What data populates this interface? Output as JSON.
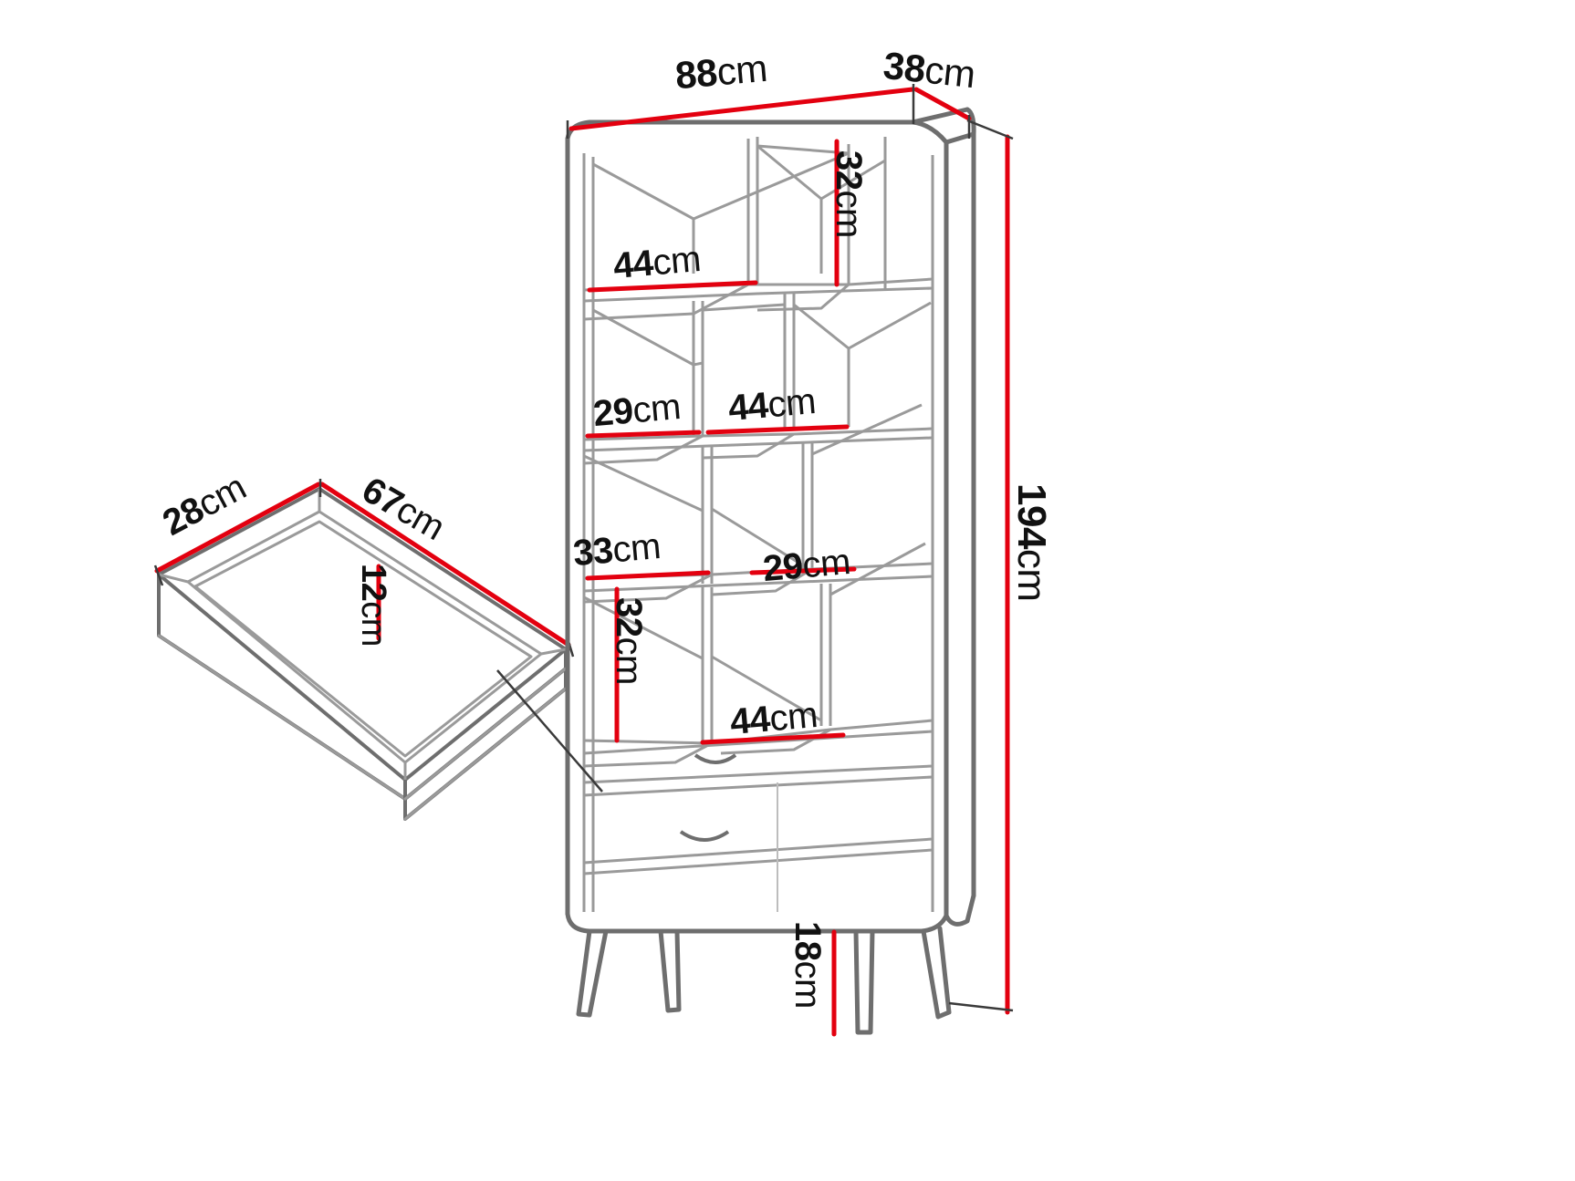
{
  "diagram": {
    "title": "Bookcase with drawer – dimensioned technical drawing",
    "colors": {
      "outline": "#6e6e6e",
      "inner_line": "#9a9a9a",
      "dimension": "#e3000f",
      "text": "#111111",
      "background": "#ffffff"
    },
    "unit": "cm"
  },
  "cabinet": {
    "name": "bookcase",
    "dimensions": {
      "width": {
        "value": "88",
        "unit": "cm"
      },
      "depth": {
        "value": "38",
        "unit": "cm"
      },
      "height": {
        "value": "194",
        "unit": "cm"
      },
      "leg_height": {
        "value": "18",
        "unit": "cm"
      }
    },
    "compartments": [
      {
        "id": "top-left-shelf-width",
        "value": "44",
        "unit": "cm"
      },
      {
        "id": "top-right-shelf-height",
        "value": "32",
        "unit": "cm"
      },
      {
        "id": "second-left-shelf-width",
        "value": "29",
        "unit": "cm"
      },
      {
        "id": "second-right-shelf-width",
        "value": "44",
        "unit": "cm"
      },
      {
        "id": "third-left-shelf-width",
        "value": "33",
        "unit": "cm"
      },
      {
        "id": "third-right-shelf-width",
        "value": "29",
        "unit": "cm"
      },
      {
        "id": "bottom-left-shelf-height",
        "value": "32",
        "unit": "cm"
      },
      {
        "id": "bottom-shelf-width",
        "value": "44",
        "unit": "cm"
      }
    ]
  },
  "drawer": {
    "name": "drawer-detail",
    "dimensions": {
      "depth": {
        "value": "28",
        "unit": "cm"
      },
      "width": {
        "value": "67",
        "unit": "cm"
      },
      "height": {
        "value": "12",
        "unit": "cm"
      }
    }
  }
}
